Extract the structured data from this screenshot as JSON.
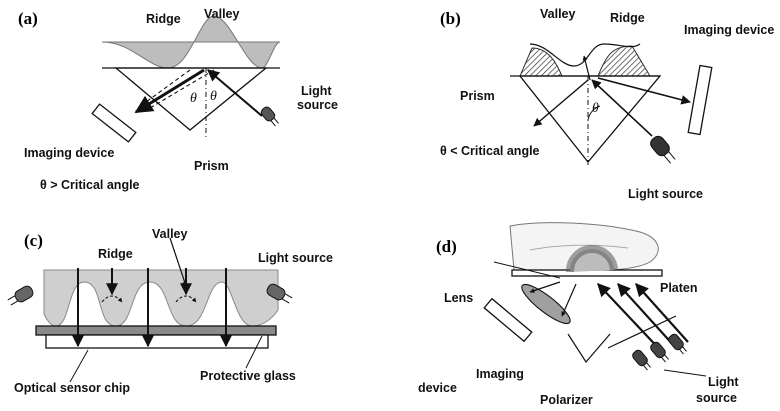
{
  "panels": {
    "a": {
      "tag": "(a)",
      "ridge": "Ridge",
      "valley": "Valley",
      "light_source": [
        "Light",
        "source"
      ],
      "imaging_device": "Imaging device",
      "prism": "Prism",
      "theta_left": "θ",
      "theta_right": "θ",
      "condition": "θ > Critical angle"
    },
    "b": {
      "tag": "(b)",
      "valley": "Valley",
      "ridge": "Ridge",
      "imaging_device": [
        "Imaging device"
      ],
      "prism": "Prism",
      "theta": "θ",
      "condition": "θ < Critical angle",
      "light_source": "Light source"
    },
    "c": {
      "tag": "(c)",
      "valley": "Valley",
      "ridge": "Ridge",
      "light_source": "Light source",
      "optical_sensor_chip": "Optical sensor chip",
      "protective_glass": "Protective glass"
    },
    "d": {
      "tag": "(d)",
      "lens": "Lens",
      "platen": "Platen",
      "imaging": "Imaging",
      "device": "device",
      "polarizer": "Polarizer",
      "light_source": [
        "Light",
        "source"
      ]
    }
  },
  "colors": {
    "ink": "#111111",
    "gray_fill": "#bdbdbd",
    "hatch_fill": "#8c8c8c",
    "bg": "#ffffff"
  }
}
